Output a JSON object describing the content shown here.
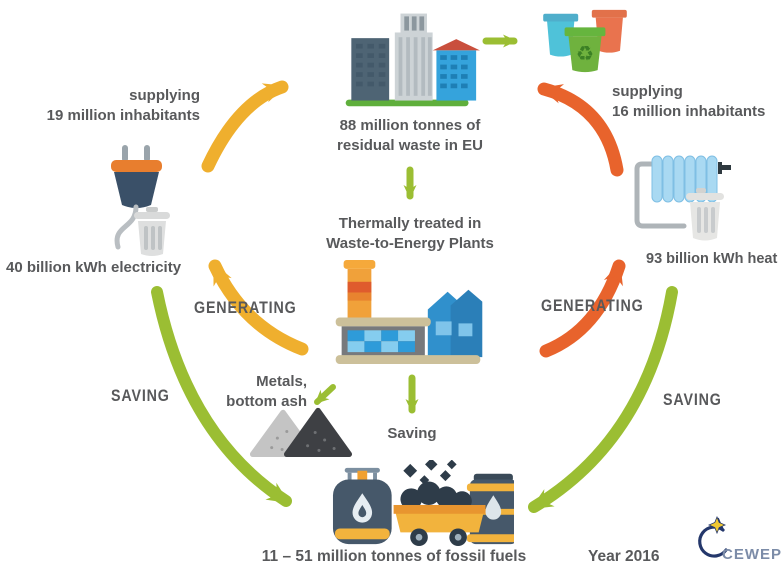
{
  "diagram": {
    "colors": {
      "arrow_yellow": "#EFAF2E",
      "arrow_orange": "#E8632C",
      "arrow_green": "#9BBE33",
      "text_gray": "#58595B",
      "logo_blue": "#24376B",
      "logo_star_yellow": "#F0C832"
    },
    "nodes": {
      "residual_waste": {
        "line1": "88 million tonnes of",
        "line2": "residual waste in EU",
        "icon": "city-buildings-icon"
      },
      "recycling_bins": {
        "icon": "recycling-bins-icon"
      },
      "supplying_left": {
        "line1": "supplying",
        "line2": "19 million inhabitants"
      },
      "supplying_right": {
        "line1": "supplying",
        "line2": "16 million inhabitants"
      },
      "electricity": {
        "caption": "40 billion kWh electricity",
        "icon": "power-plug-bin-icon"
      },
      "heat": {
        "caption": "93 billion kWh heat",
        "icon": "radiator-bin-icon"
      },
      "treatment": {
        "line1": "Thermally treated in",
        "line2": "Waste-to-Energy Plants",
        "icon": "wte-plant-icon"
      },
      "metals": {
        "line1": "Metals,",
        "line2": "bottom ash",
        "icon": "ash-piles-icon"
      },
      "saving_center": {
        "label": "Saving"
      },
      "fossil_fuels": {
        "caption": "11 – 51 million tonnes of fossil fuels",
        "icon": "fossil-fuels-icon"
      }
    },
    "labels": {
      "generating_left": "GENERATING",
      "generating_right": "GENERATING",
      "saving_left": "SAVING",
      "saving_right": "SAVING"
    },
    "footer": {
      "year": "Year 2016",
      "logo_text": "CEWEP"
    },
    "flows": [
      {
        "from": "residual_waste",
        "to": "recycling_bins",
        "color": "green"
      },
      {
        "from": "residual_waste",
        "to": "treatment",
        "color": "green"
      },
      {
        "from": "treatment",
        "to": "electricity",
        "label": "GENERATING",
        "color": "yellow"
      },
      {
        "from": "electricity",
        "to": "residual_waste",
        "label": "supplying 19 million inhabitants",
        "color": "yellow"
      },
      {
        "from": "treatment",
        "to": "heat",
        "label": "GENERATING",
        "color": "orange"
      },
      {
        "from": "heat",
        "to": "recycling_bins",
        "label": "supplying 16 million inhabitants",
        "color": "orange"
      },
      {
        "from": "electricity",
        "to": "fossil_fuels",
        "label": "SAVING",
        "color": "green"
      },
      {
        "from": "heat",
        "to": "fossil_fuels",
        "label": "SAVING",
        "color": "green"
      },
      {
        "from": "treatment",
        "to": "metals",
        "color": "green"
      },
      {
        "from": "treatment",
        "to": "fossil_fuels",
        "label": "Saving",
        "color": "green"
      }
    ]
  }
}
